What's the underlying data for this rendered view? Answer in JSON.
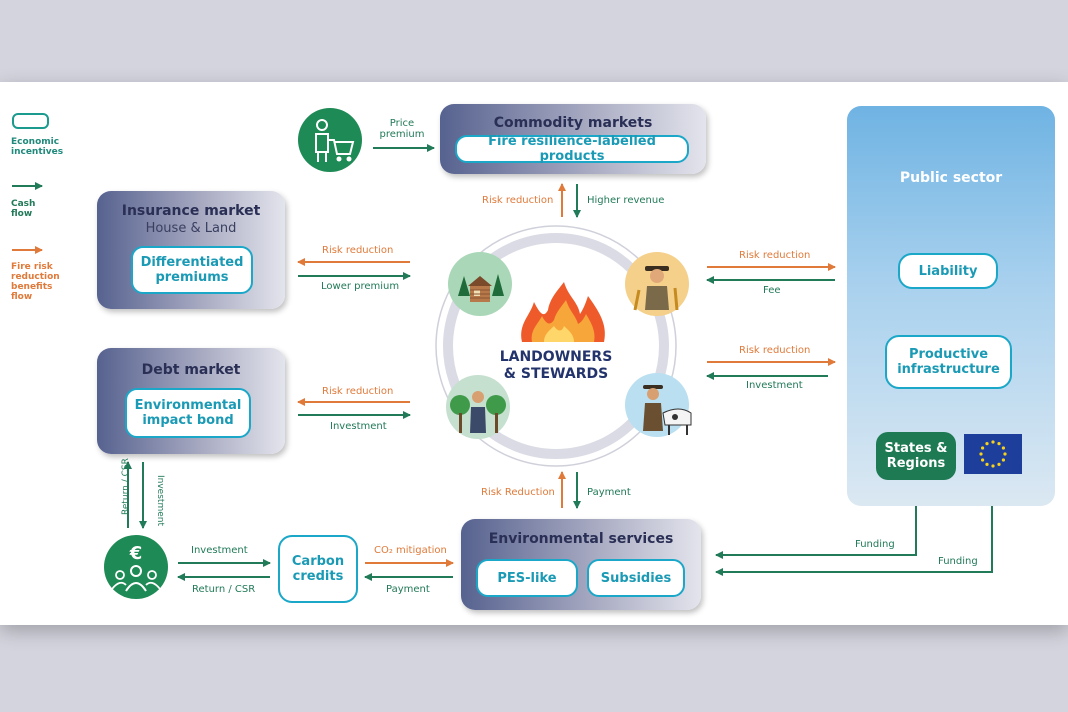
{
  "legend": {
    "economic_incentives": "Economic incentives",
    "cash_flow": "Cash flow",
    "fire_risk_flow": "Fire risk reduction benefits flow"
  },
  "commodity": {
    "title": "Commodity markets",
    "product": "Fire resilience-labelled products"
  },
  "insurance": {
    "title": "Insurance market",
    "subtitle": "House & Land",
    "product": "Differentiated premiums"
  },
  "debt": {
    "title": "Debt market",
    "product": "Environmental impact bond"
  },
  "env_services": {
    "title": "Environmental services",
    "pes": "PES-like",
    "subsidies": "Subsidies"
  },
  "carbon": {
    "label": "Carbon credits"
  },
  "public": {
    "title": "Public sector",
    "liability": "Liability",
    "productive": "Productive infrastructure",
    "states": "States & Regions"
  },
  "center": {
    "title": "LANDOWNERS & STEWARDS"
  },
  "flows": {
    "price_premium": "Price premium",
    "risk_reduction": "Risk reduction",
    "risk_reduction_cap": "Risk Reduction",
    "higher_revenue": "Higher revenue",
    "lower_premium": "Lower premium",
    "investment": "Investment",
    "fee": "Fee",
    "payment": "Payment",
    "return_csr": "Return / CSR",
    "co2_mitigation": "CO₂ mitigation",
    "funding": "Funding"
  },
  "icons": [
    "shopper-cart-icon",
    "cabin-forest-icon",
    "farmer-icon",
    "forester-icon",
    "herder-cow-icon",
    "investors-euro-icon",
    "eu-flag-icon",
    "fire-icon"
  ],
  "colors": {
    "teal": "#1f8a7c",
    "orange": "#e07a3a",
    "cyan": "#1aa7c8",
    "navy": "#2a2f55"
  }
}
